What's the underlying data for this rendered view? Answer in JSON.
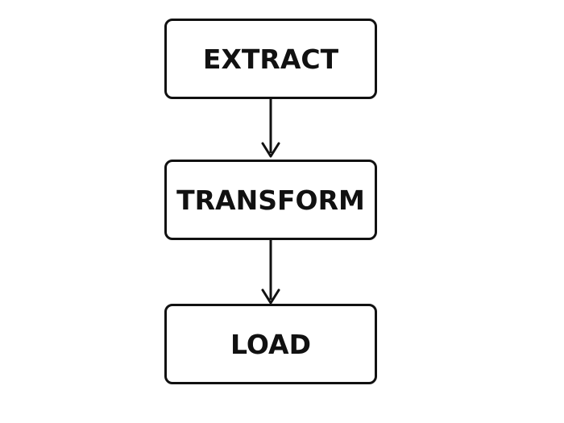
{
  "diagram": {
    "steps": [
      {
        "label": "EXTRACT"
      },
      {
        "label": "TRANSFORM"
      },
      {
        "label": "LOAD"
      }
    ],
    "colors": {
      "stroke": "#111111",
      "background": "#ffffff",
      "text": "#111111"
    }
  }
}
